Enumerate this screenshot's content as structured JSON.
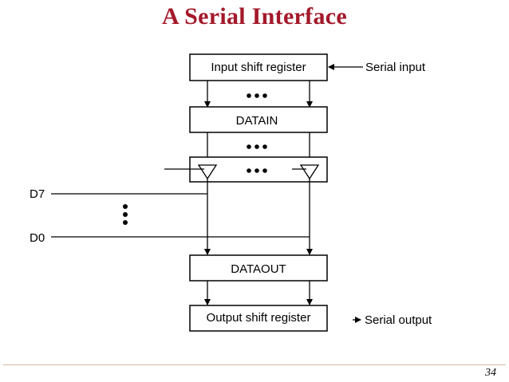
{
  "slide": {
    "title": "A Serial Interface",
    "page_number": "34"
  },
  "diagram": {
    "blocks": {
      "input_shift_register": "Input shift register",
      "datain": "DATAIN",
      "dataout": "DATAOUT",
      "output_shift_register": "Output shift register"
    },
    "signals": {
      "serial_input": "Serial input",
      "serial_output": "Serial output",
      "d7": "D7",
      "d0": "D0"
    }
  },
  "colors": {
    "title": "#a3182a",
    "line": "#000000",
    "rule": "#d9b8a0"
  }
}
